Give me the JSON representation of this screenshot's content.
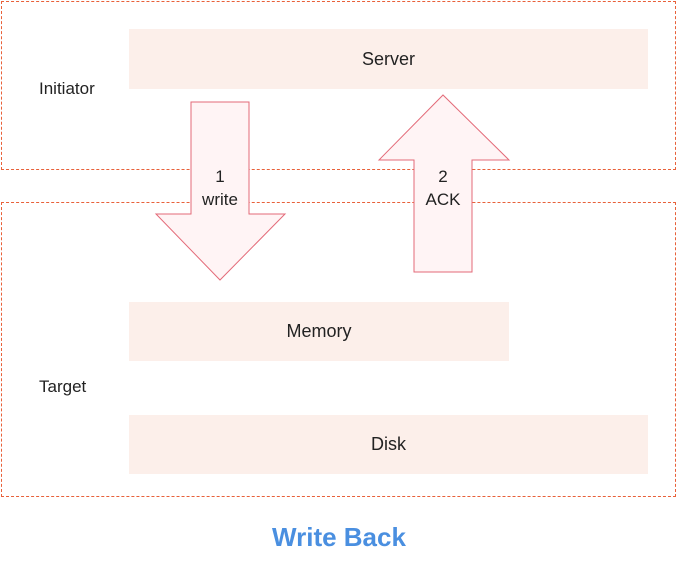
{
  "zones": {
    "initiator": {
      "label": "Initiator"
    },
    "target": {
      "label": "Target"
    }
  },
  "blocks": {
    "server": "Server",
    "memory": "Memory",
    "disk": "Disk"
  },
  "arrows": {
    "write": {
      "step": "1",
      "label": "write"
    },
    "ack": {
      "step": "2",
      "label": "ACK"
    }
  },
  "title": "Write Back",
  "colors": {
    "zone_border": "#e8613a",
    "block_fill": "#fcefea",
    "arrow_fill": "#fff4f5",
    "arrow_stroke": "#e36a78",
    "title": "#4a8fe0"
  }
}
